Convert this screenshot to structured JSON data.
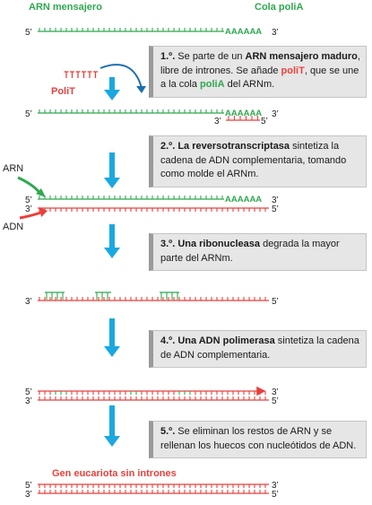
{
  "title_left": "ARN mensajero",
  "title_right": "Cola poliA",
  "polyA_label": "AAAAAA",
  "politail_letters": "TTTTTT",
  "politail_label": "PoliT",
  "label_arn": "ARN",
  "label_adn": "ADN",
  "prime5": "5’",
  "prime3": "3’",
  "steps": [
    {
      "num": "1.º.",
      "t1": " Se parte de un ",
      "b1": "ARN mensajero maduro",
      "t2": ", libre de intrones. Se añade ",
      "r1": "poliT",
      "t3": ", que se une a la cola ",
      "g1": "poliA",
      "t4": " del ARNm."
    },
    {
      "num": "2.º.",
      "t1": " ",
      "b1": "La reversotranscriptasa",
      "t2": " sintetiza la cadena de ADN complementaria, tomando como molde el ARNm."
    },
    {
      "num": "3.º.",
      "t1": " ",
      "b1": "Una ribonucleasa",
      "t2": " degrada la mayor parte del ARNm."
    },
    {
      "num": "4.º.",
      "t1": " ",
      "b1": "Una ADN polimerasa",
      "t2": " sintetiza la cadena de ADN complementaria."
    },
    {
      "num": "5.º.",
      "t1": " Se eliminan los restos de ARN y se rellenan los huecos con nucleótidos de ADN."
    }
  ],
  "final_label": "Gen eucariota sin intrones",
  "colors": {
    "rna_green": "#2fa84f",
    "dna_red": "#e8413c",
    "arrow_blue": "#1aa8e0",
    "box_bg": "#e6e6e6"
  }
}
